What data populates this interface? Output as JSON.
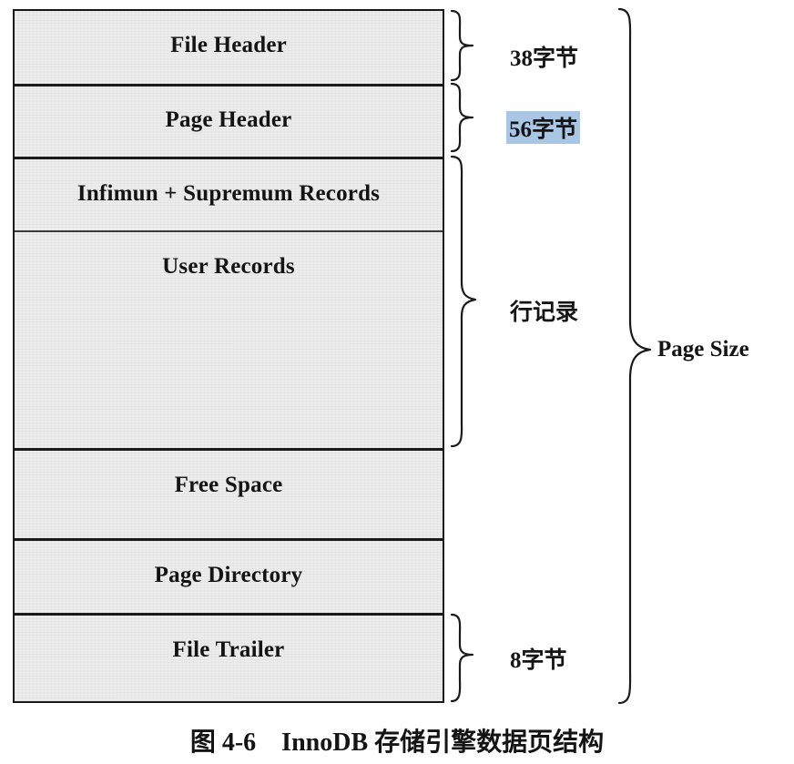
{
  "sections": [
    {
      "label": "File Header"
    },
    {
      "label": "Page Header"
    },
    {
      "label": "Infimun + Supremum Records"
    },
    {
      "label": "User Records"
    },
    {
      "label": "Free Space"
    },
    {
      "label": "Page Directory"
    },
    {
      "label": "File Trailer"
    }
  ],
  "annotations": {
    "file_header_size": "38字节",
    "page_header_size": "56字节",
    "records_label": "行记录",
    "file_trailer_size": "8字节",
    "page_size": "Page Size"
  },
  "colors": {
    "highlight": "#a9c6e4",
    "section_fill": "#ececec",
    "line": "#1a1a1a"
  },
  "caption": "图 4-6    InnoDB 存储引擎数据页结构"
}
